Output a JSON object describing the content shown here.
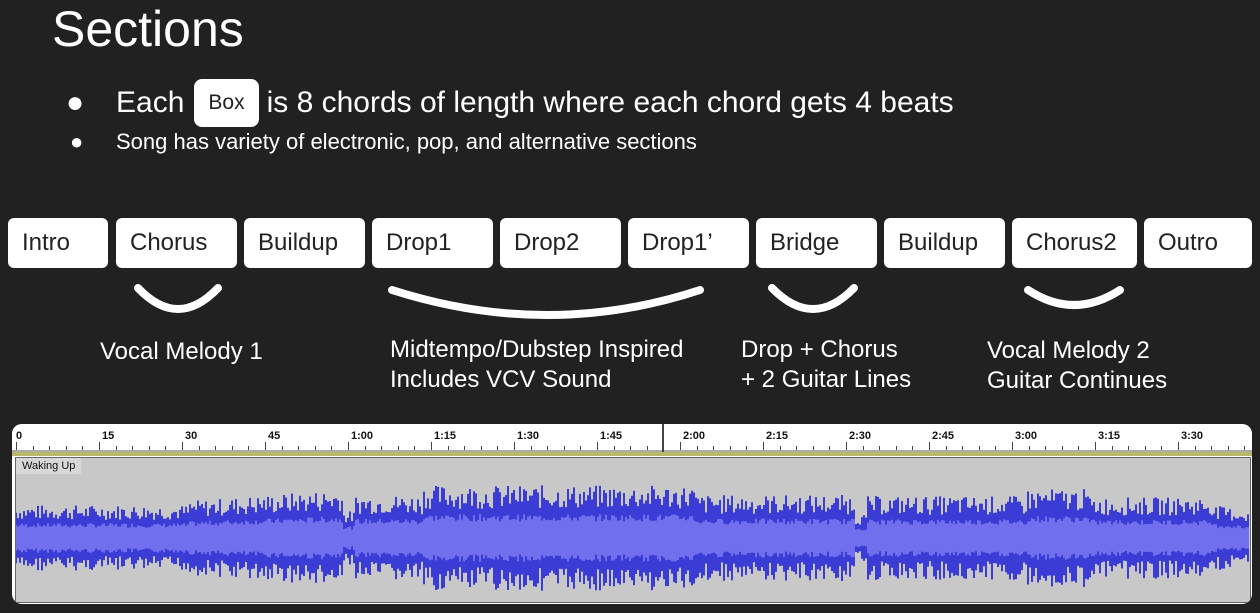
{
  "slide": {
    "title": "Sections",
    "bullet1": {
      "before": "Each",
      "box_label": "Box",
      "after": "is 8 chords of length where each chord gets 4 beats"
    },
    "bullet2": "Song has variety of electronic, pop, and alternative sections",
    "bullet_glyph": "●"
  },
  "sections": [
    {
      "label": "Intro"
    },
    {
      "label": "Chorus"
    },
    {
      "label": "Buildup"
    },
    {
      "label": "Drop1"
    },
    {
      "label": "Drop2"
    },
    {
      "label": "Drop1’"
    },
    {
      "label": "Bridge"
    },
    {
      "label": "Buildup"
    },
    {
      "label": "Chorus2"
    },
    {
      "label": "Outro"
    }
  ],
  "notes": [
    {
      "line1": "Vocal Melody 1",
      "line2": ""
    },
    {
      "line1": "Midtempo/Dubstep Inspired",
      "line2": "Includes VCV Sound"
    },
    {
      "line1": "Drop + Chorus",
      "line2": "+ 2 Guitar Lines"
    },
    {
      "line1": "Vocal Melody 2",
      "line2": "Guitar Continues"
    }
  ],
  "daw": {
    "track_name": "Waking Up",
    "ruler_labels": [
      "0",
      "15",
      "30",
      "45",
      "1:00",
      "1:15",
      "1:30",
      "1:45",
      "2:00",
      "2:15",
      "2:30",
      "2:45",
      "3:00",
      "3:15",
      "3:30"
    ],
    "waveform_color": "#3b3bd6",
    "waveform_inner_color": "#7070ee",
    "track_bg": "#c8c8c8"
  }
}
